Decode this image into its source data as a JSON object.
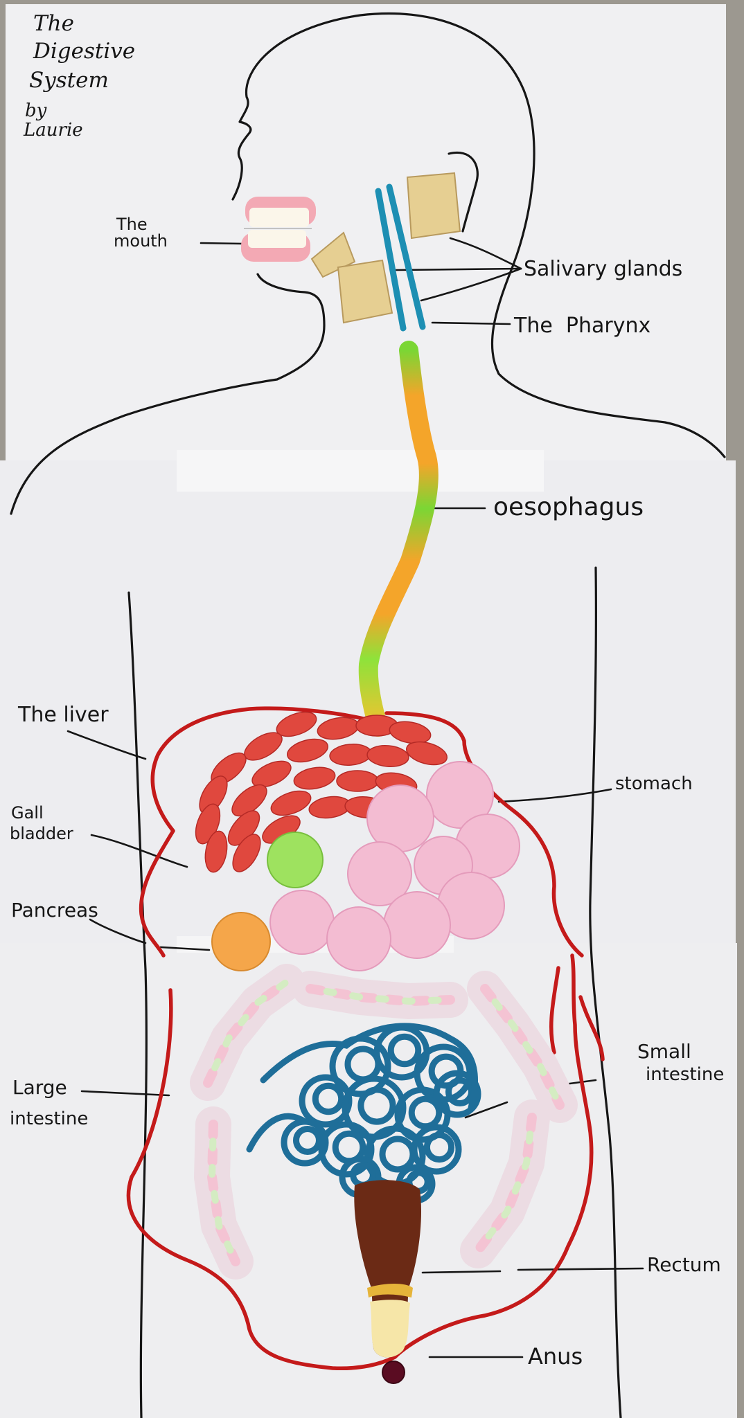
{
  "poster": {
    "title": [
      "The",
      "Digestive",
      "System",
      "by",
      "Laurie"
    ],
    "colors": {
      "paper": "#efeff1",
      "ink": "#161616",
      "blood_vessel": "#c41a1a",
      "liver": "#e0483e",
      "stomach": "#f3bcd2",
      "gall_bladder": "#9ee25f",
      "pancreas": "#f5a64a",
      "small_intestine": "#1f6e99",
      "large_intestine": "#ecdce3",
      "rectum": "#6b2a15",
      "pharynx": "#1d8fb3",
      "salivary_glands": "#e6cf92"
    }
  },
  "labels": {
    "mouth": [
      "The",
      "mouth"
    ],
    "salivary_glands": "Salivary glands",
    "pharynx": "The  Pharynx",
    "oesophagus": "oesophagus",
    "liver": "The liver",
    "stomach": "stomach",
    "gall_bladder": [
      "Gall",
      "bladder"
    ],
    "pancreas": "Pancreas",
    "small_intestine": [
      "Small",
      "intestine"
    ],
    "large_intestine": [
      "Large",
      "intestine"
    ],
    "rectum": "Rectum",
    "anus": "Anus"
  }
}
